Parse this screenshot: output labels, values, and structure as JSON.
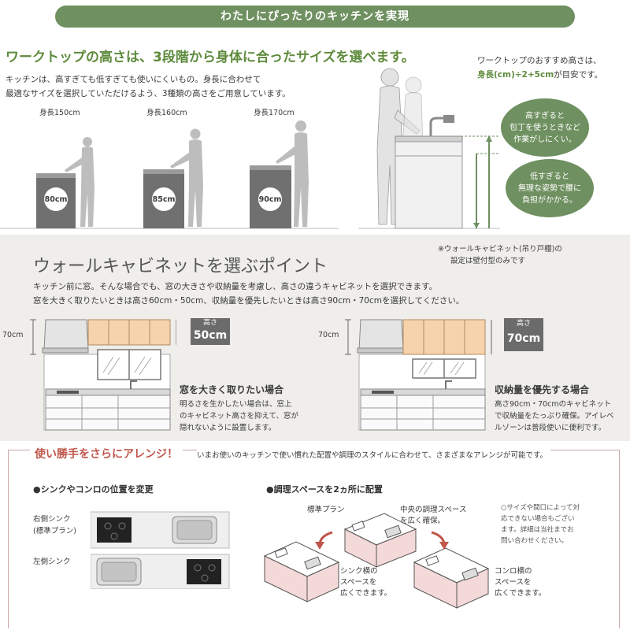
{
  "banner": "わたしにぴったりのキッチンを実現",
  "worktop": {
    "heading": "ワークトップの高さは、3段階から身体に合ったサイズを選べます。",
    "line1": "キッチンは、高すぎても低すぎても使いにくいもの。身長に合わせて",
    "line2": "最適なサイズを選択していただけるよう、3種類の高さをご用意しています。",
    "heights": [
      {
        "person": "身長150cm",
        "counter": "80cm"
      },
      {
        "person": "身長160cm",
        "counter": "85cm"
      },
      {
        "person": "身長170cm",
        "counter": "90cm"
      }
    ],
    "recommend_line1": "ワークトップのおすすめ高さは、",
    "recommend_formula": "身長(cm)÷2+5cm",
    "recommend_suffix": "が目安です。",
    "bubble_high": "高すぎると\n包丁を使うときなど\n作業がしにくい。",
    "bubble_low": "低すぎると\n無理な姿勢で腰に\n負担がかかる。"
  },
  "wall": {
    "heading": "ウォールキャビネットを選ぶポイント",
    "note1": "※ウォールキャビネット(吊り戸棚)の",
    "note2": "設定は壁付型のみです",
    "line1": "キッチン前に窓。そんな場合でも、窓の大きさや収納量を考慮し、高さの違うキャビネットを選択できます。",
    "line2": "窓を大きく取りたいときは高さ60cm・50cm、収納量を優先したいときは高さ90cm・70cmを選択してください。",
    "left": {
      "top_height": "70cm",
      "badge_label": "高さ",
      "badge_value": "50cm",
      "title": "窓を大きく取りたい場合",
      "desc1": "明るさを生かしたい場合は、窓上",
      "desc2": "のキャビネット高さを抑えて、窓が",
      "desc3": "隠れないように設置します。"
    },
    "right": {
      "top_height": "70cm",
      "badge_label": "高さ",
      "badge_value": "70cm",
      "title": "収納量を優先する場合",
      "desc1": "高さ90cm・70cmのキャビネット",
      "desc2": "で収納量をたっぷり確保。アイレベ",
      "desc3": "ルゾーンは普段使いに便利です。"
    }
  },
  "arrange": {
    "heading": "使い勝手をさらにアレンジ！",
    "intro": "いまお使いのキッチンで使い慣れた配置や調理のスタイルに合わせて、さまざまなアレンジが可能です。",
    "sink_title": "●シンクやコンロの位置を変更",
    "right_sink": "右側シンク",
    "right_sink_sub": "(標準プラン)",
    "left_sink": "左側シンク",
    "space_title": "●調理スペースを2ヵ所に配置",
    "standard": "標準プラン",
    "center_1": "中央の調理スペース",
    "center_2": "を広く確保。",
    "sink_side_1": "シンク横の",
    "sink_side_2": "スペースを",
    "sink_side_3": "広くできます。",
    "stove_side_1": "コンロ横の",
    "stove_side_2": "スペースを",
    "stove_side_3": "広くできます。",
    "note1": "○サイズや間口によって対",
    "note2": "応できない場合もござい",
    "note3": "ます。詳細は当社までお",
    "note4": "問い合わせください。"
  },
  "colors": {
    "green": "#6f9060",
    "cabinet": "#f6d3ab",
    "pink": "#f3d9d7",
    "red": "#c0574c"
  }
}
